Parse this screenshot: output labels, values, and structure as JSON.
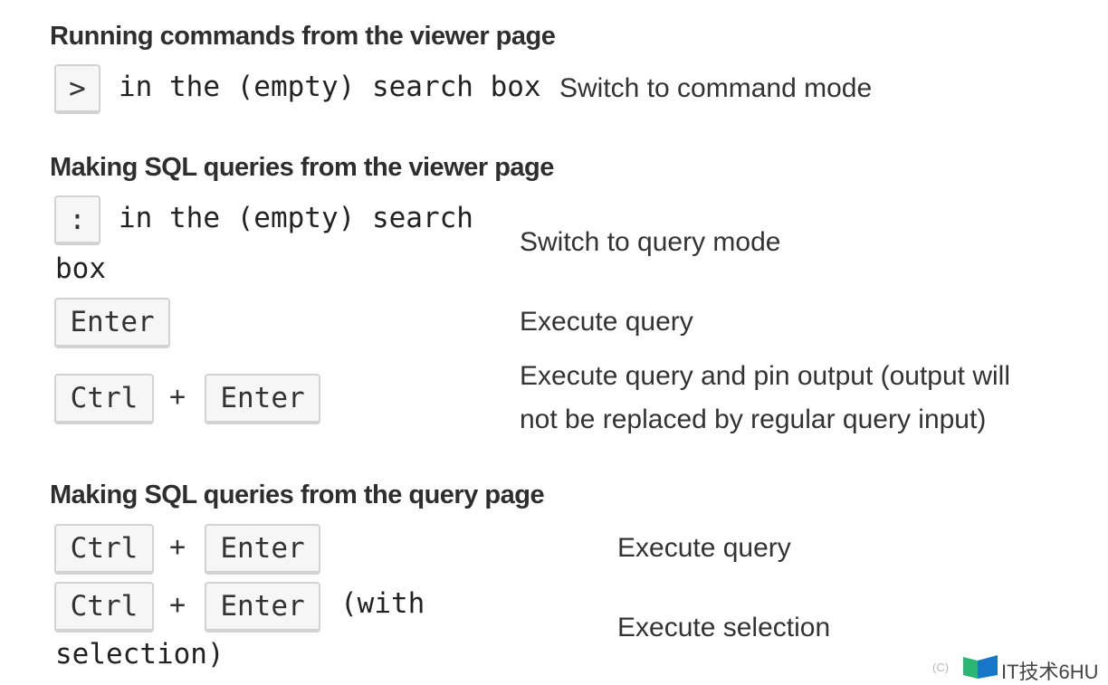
{
  "sections": [
    {
      "heading": "Running commands from the viewer page",
      "rows": [
        {
          "keys": [
            ">"
          ],
          "suffix": "in the (empty) search box",
          "description": "Switch to command mode"
        }
      ]
    },
    {
      "heading": "Making SQL queries from the viewer page",
      "rows": [
        {
          "keys": [
            ":"
          ],
          "suffix_line1": "in the (empty) search",
          "suffix_line2": "box",
          "description": "Switch to query mode"
        },
        {
          "keys": [
            "Enter"
          ],
          "description": "Execute query"
        },
        {
          "keys": [
            "Ctrl",
            "Enter"
          ],
          "plus": "+",
          "description_line1": "Execute query and pin output (output will",
          "description_line2": "not be replaced by regular query input)"
        }
      ]
    },
    {
      "heading": "Making SQL queries from the query page",
      "rows": [
        {
          "keys": [
            "Ctrl",
            "Enter"
          ],
          "plus": "+",
          "description": "Execute query"
        },
        {
          "keys": [
            "Ctrl",
            "Enter"
          ],
          "plus": "+",
          "suffix_line1": "(with",
          "suffix_line2": "selection)",
          "description": "Execute selection"
        }
      ]
    }
  ],
  "watermark": {
    "text": "IT技术6HU",
    "circle_text": "(C)"
  },
  "colors": {
    "logo_green": "#2bb673",
    "logo_blue": "#1677c9",
    "key_border": "#d2d2d2",
    "key_bg": "#f6f6f6"
  }
}
